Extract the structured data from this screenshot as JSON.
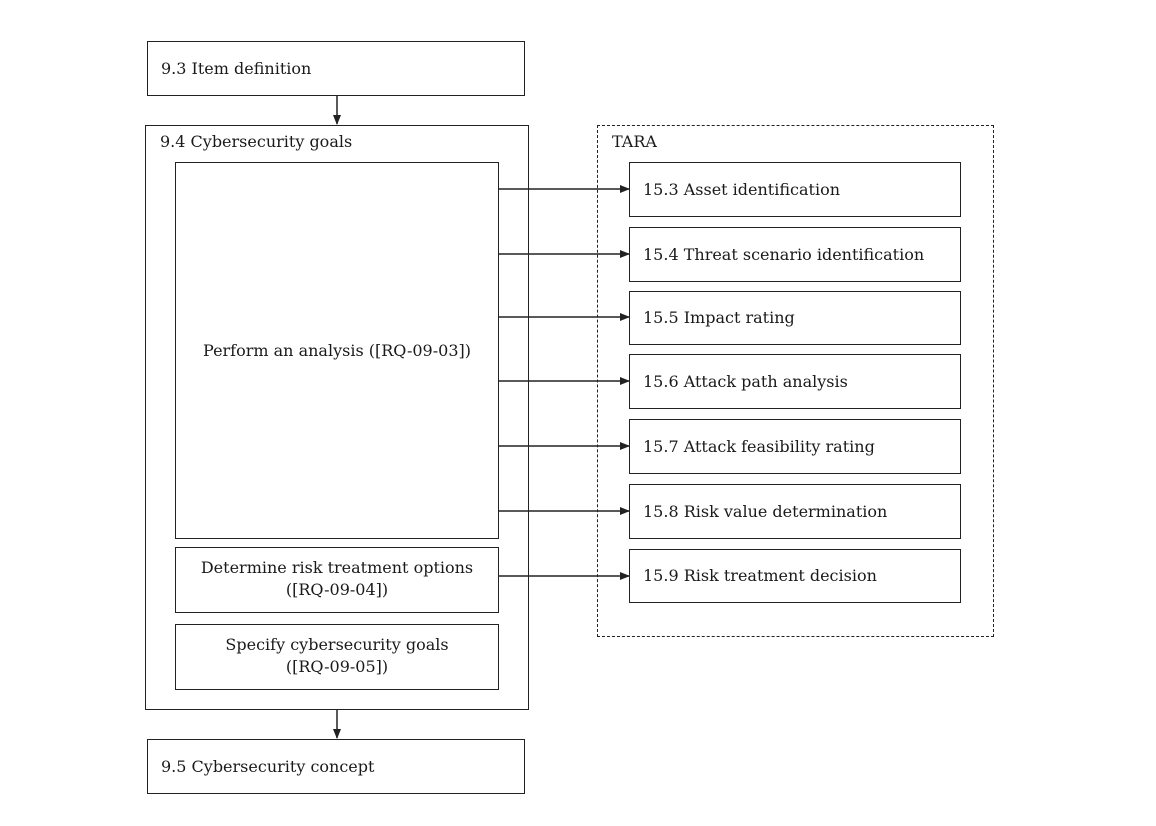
{
  "item_definition": {
    "label": "9.3 Item definition"
  },
  "cybersecurity_goals": {
    "label": "9.4 Cybersecurity goals",
    "perform_analysis": {
      "label": "Perform an analysis ([RQ-09-03])"
    },
    "determine_risk": {
      "line1": "Determine risk treatment options",
      "line2": "([RQ-09-04])"
    },
    "specify_goals": {
      "line1": "Specify cybersecurity goals",
      "line2": "([RQ-09-05])"
    }
  },
  "tara": {
    "label": "TARA",
    "steps": [
      {
        "label": "15.3 Asset identification"
      },
      {
        "label": "15.4 Threat scenario identification"
      },
      {
        "label": "15.5 Impact rating"
      },
      {
        "label": "15.6 Attack path analysis"
      },
      {
        "label": "15.7 Attack feasibility rating"
      },
      {
        "label": "15.8 Risk value determination"
      },
      {
        "label": "15.9 Risk treatment decision"
      }
    ]
  },
  "cybersecurity_concept": {
    "label": "9.5 Cybersecurity concept"
  }
}
